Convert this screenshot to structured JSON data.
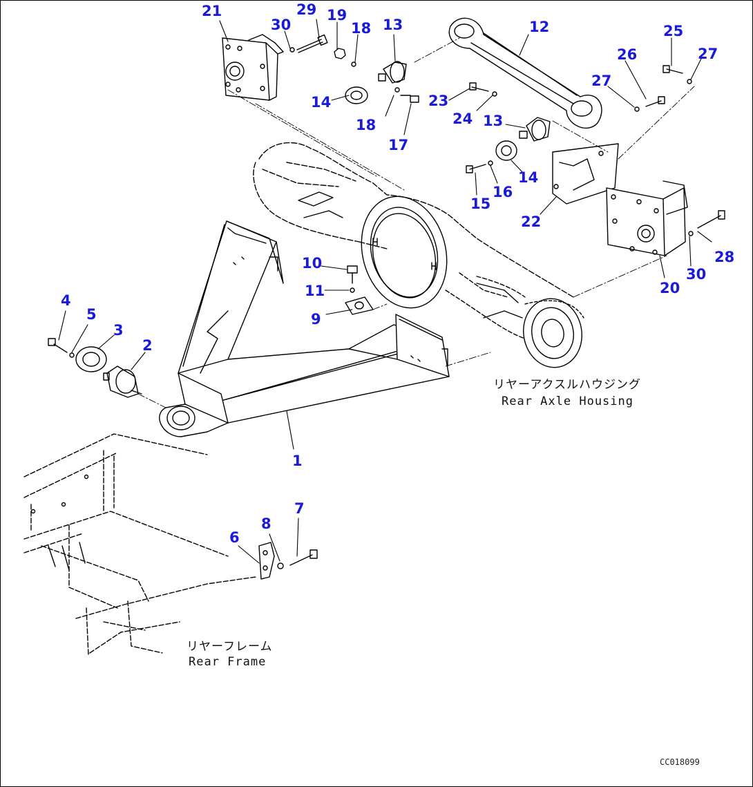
{
  "diagram": {
    "callouts": [
      {
        "id": "c21",
        "text": "21"
      },
      {
        "id": "c29",
        "text": "29"
      },
      {
        "id": "c30a",
        "text": "30"
      },
      {
        "id": "c19",
        "text": "19"
      },
      {
        "id": "c18a",
        "text": "18"
      },
      {
        "id": "c13a",
        "text": "13"
      },
      {
        "id": "c12",
        "text": "12"
      },
      {
        "id": "c25",
        "text": "25"
      },
      {
        "id": "c26",
        "text": "26"
      },
      {
        "id": "c27a",
        "text": "27"
      },
      {
        "id": "c27b",
        "text": "27"
      },
      {
        "id": "c14a",
        "text": "14"
      },
      {
        "id": "c18b",
        "text": "18"
      },
      {
        "id": "c17",
        "text": "17"
      },
      {
        "id": "c23",
        "text": "23"
      },
      {
        "id": "c24",
        "text": "24"
      },
      {
        "id": "c13b",
        "text": "13"
      },
      {
        "id": "c14b",
        "text": "14"
      },
      {
        "id": "c16",
        "text": "16"
      },
      {
        "id": "c15",
        "text": "15"
      },
      {
        "id": "c22",
        "text": "22"
      },
      {
        "id": "c28",
        "text": "28"
      },
      {
        "id": "c30b",
        "text": "30"
      },
      {
        "id": "c20",
        "text": "20"
      },
      {
        "id": "c10",
        "text": "10"
      },
      {
        "id": "c11",
        "text": "11"
      },
      {
        "id": "c9",
        "text": "9"
      },
      {
        "id": "c4",
        "text": "4"
      },
      {
        "id": "c5",
        "text": "5"
      },
      {
        "id": "c3",
        "text": "3"
      },
      {
        "id": "c2",
        "text": "2"
      },
      {
        "id": "c1",
        "text": "1"
      },
      {
        "id": "c7",
        "text": "7"
      },
      {
        "id": "c8",
        "text": "8"
      },
      {
        "id": "c6",
        "text": "6"
      }
    ],
    "captions": {
      "rear_axle_housing_jp": "リヤーアクスルハウジング",
      "rear_axle_housing_en": "Rear Axle Housing",
      "rear_frame_jp": "リヤーフレーム",
      "rear_frame_en": "Rear Frame"
    },
    "drawing_id": "CC018099",
    "colors": {
      "callout": "#1a1adc",
      "line": "#000000",
      "background": "#ffffff"
    }
  }
}
